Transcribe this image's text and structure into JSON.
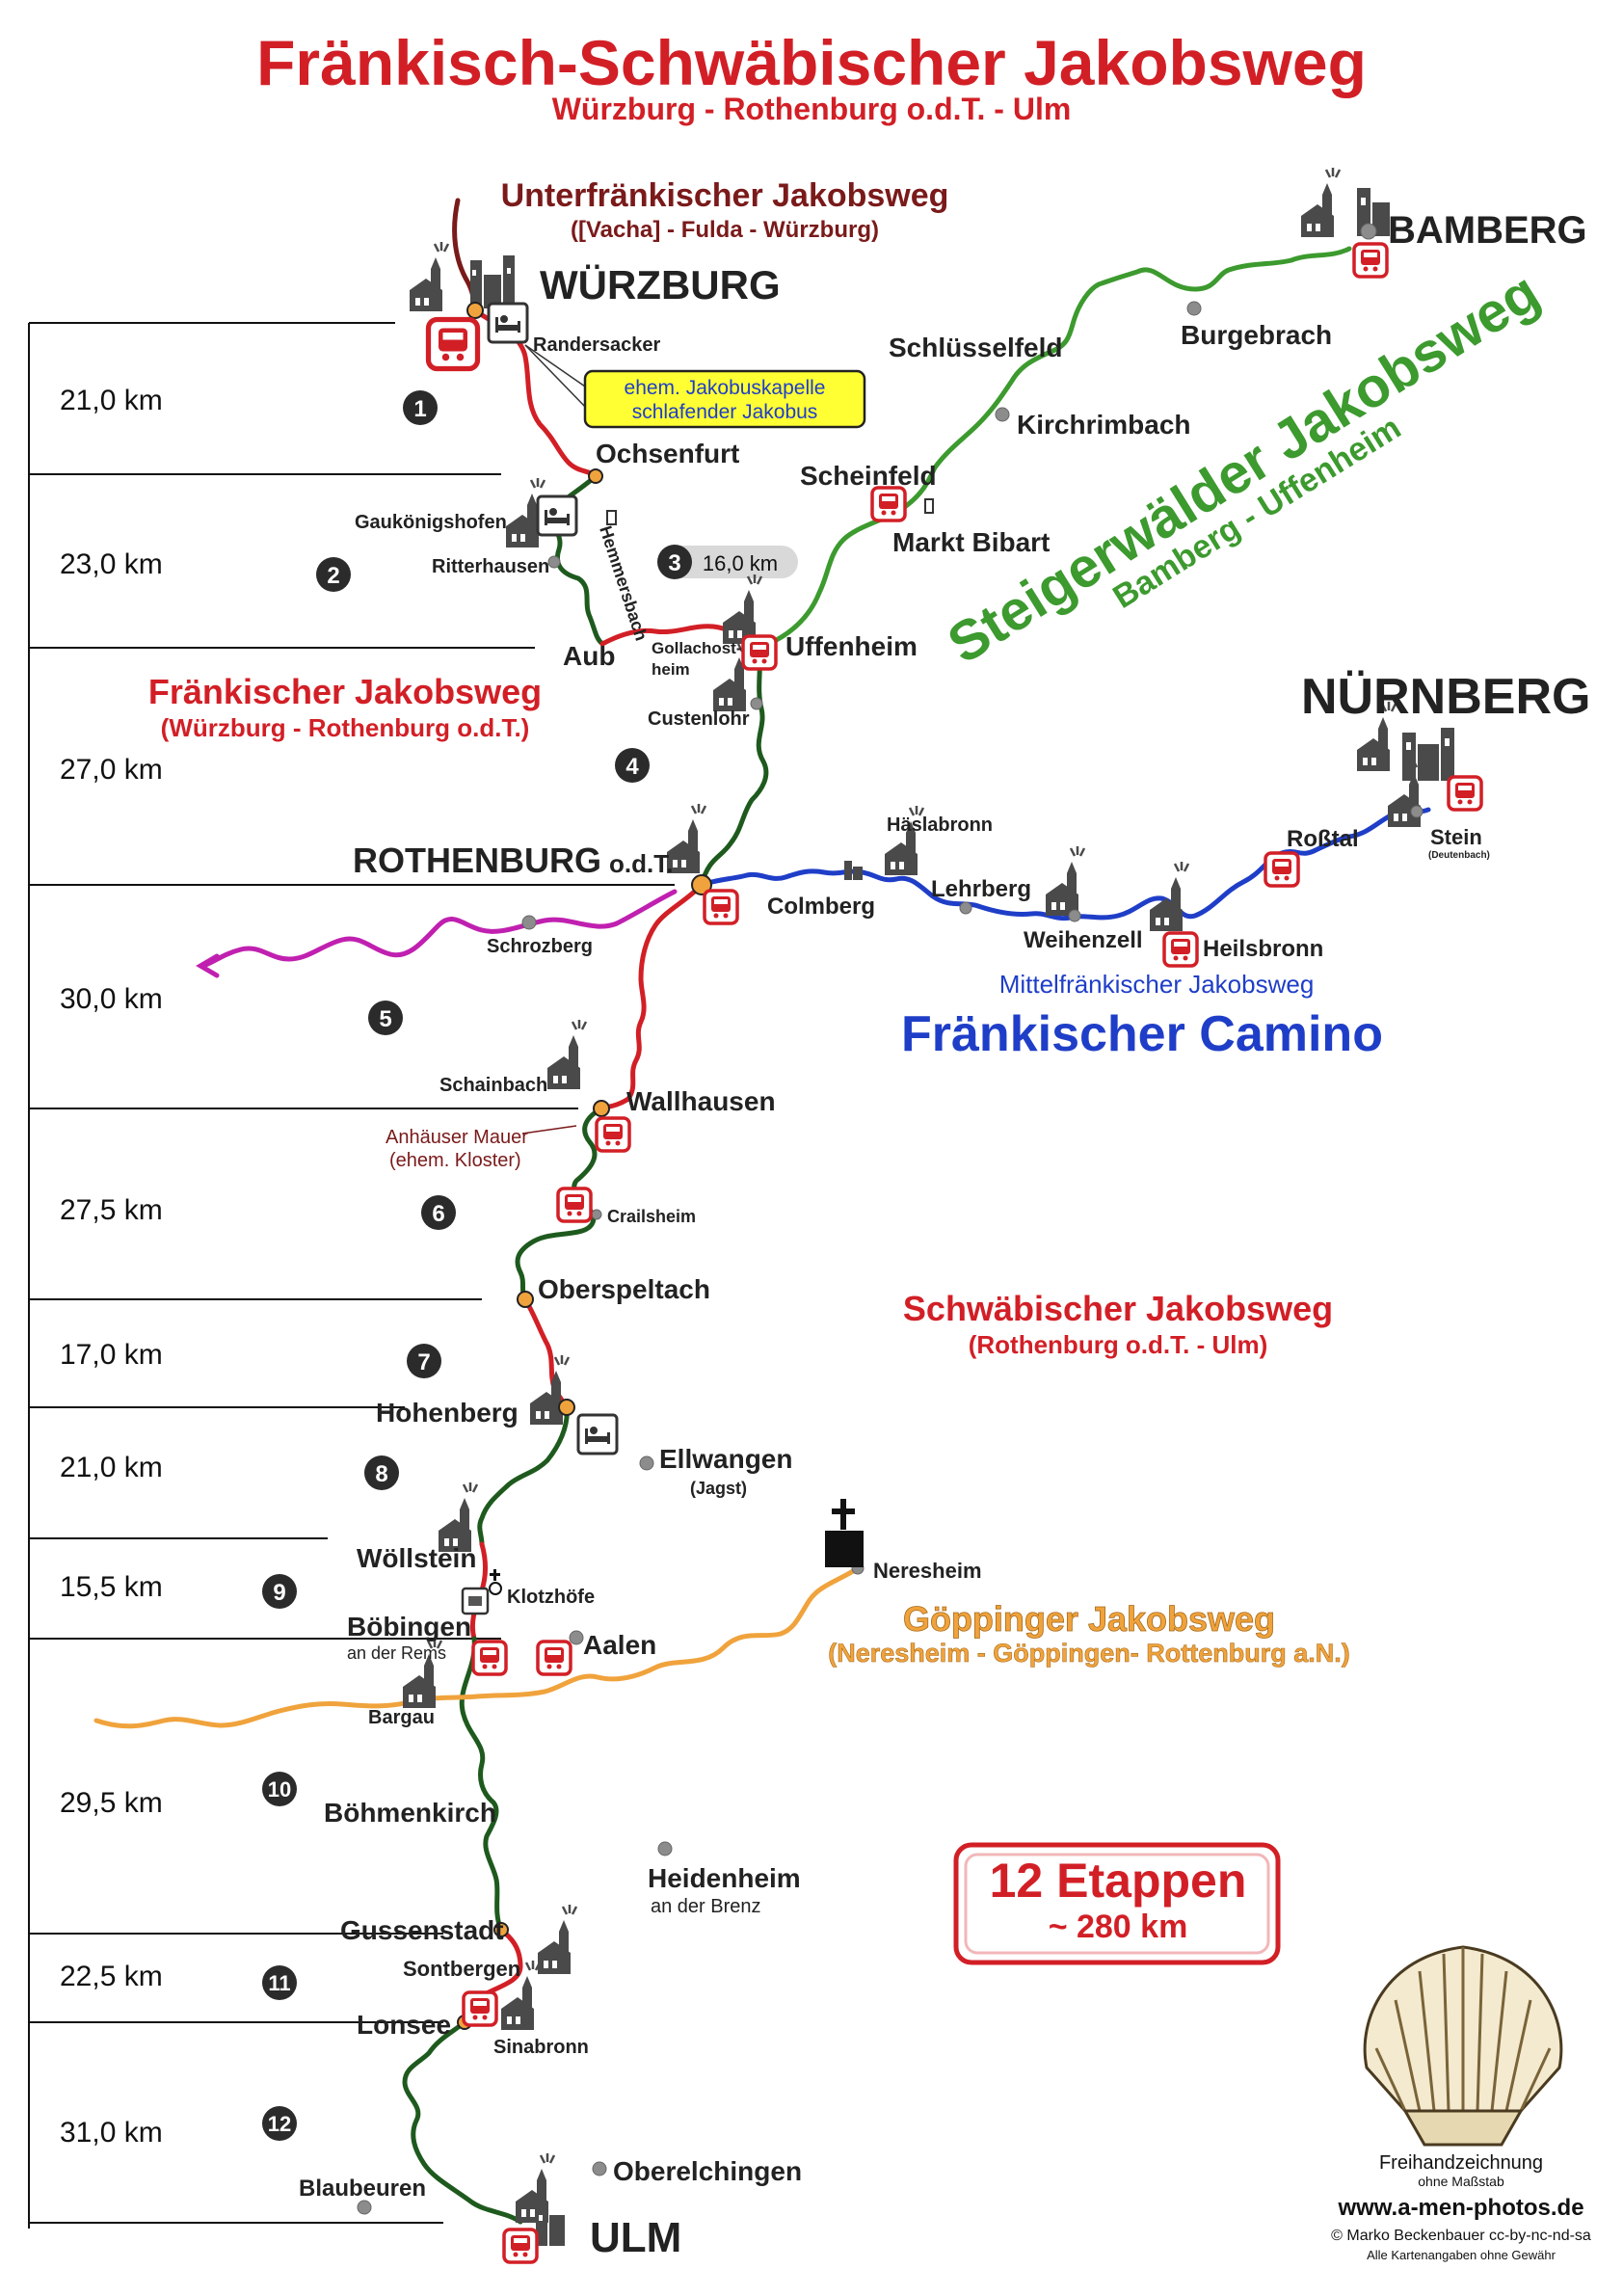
{
  "header": {
    "title": "Fränkisch-Schwäbischer Jakobsweg",
    "subtitle": "Würzburg - Rothenburg o.d.T. - Ulm"
  },
  "colors": {
    "main_red": "#d21f26",
    "dark_red": "#7a1a1a",
    "dark_green": "#1e5a1e",
    "steiger_green": "#3c9a2e",
    "camino_blue": "#1f3ec8",
    "goeppingen_orange": "#f0a33c",
    "magenta": "#c020b0",
    "gray_dot": "#8c8c8c"
  },
  "stages": [
    {
      "number": "1",
      "distance": "21,0 km"
    },
    {
      "number": "2",
      "distance": "23,0 km"
    },
    {
      "number": "3",
      "distance": "16,0 km"
    },
    {
      "number": "4",
      "distance": "27,0 km"
    },
    {
      "number": "5",
      "distance": "30,0 km"
    },
    {
      "number": "6",
      "distance": "27,5 km"
    },
    {
      "number": "7",
      "distance": "17,0 km"
    },
    {
      "number": "8",
      "distance": "21,0 km"
    },
    {
      "number": "9",
      "distance": "15,5 km"
    },
    {
      "number": "10",
      "distance": "29,5 km"
    },
    {
      "number": "11",
      "distance": "22,5 km"
    },
    {
      "number": "12",
      "distance": "31,0 km"
    }
  ],
  "routes": {
    "unterfraenkisch": {
      "title": "Unterfränkischer Jakobsweg",
      "sub": "([Vacha] - Fulda - Würzburg)"
    },
    "steigerwald": {
      "title": "Steigerwälder Jakobsweg",
      "sub": "Bamberg - Uffenheim"
    },
    "fraenkisch": {
      "title": "Fränkischer Jakobsweg",
      "sub": "(Würzburg - Rothenburg o.d.T.)"
    },
    "mittelfraenkisch": {
      "title": "Mittelfränkischer Jakobsweg"
    },
    "camino": {
      "title": "Fränkischer Camino"
    },
    "schwaebisch": {
      "title": "Schwäbischer Jakobsweg",
      "sub": "(Rothenburg o.d.T. - Ulm)"
    },
    "goeppingen": {
      "title": "Göppinger Jakobsweg",
      "sub": "(Neresheim - Göppingen- Rottenburg a.N.)"
    }
  },
  "places": {
    "wuerzburg": "WÜRZBURG",
    "bamberg": "BAMBERG",
    "nuernberg": "NÜRNBERG",
    "randersacker": "Randersacker",
    "ochsenfurt": "Ochsenfurt",
    "gaukoenigshofen": "Gaukönigshofen",
    "ritterhausen": "Ritterhausen",
    "hemmersbach": "Hemmersbach",
    "aub": "Aub",
    "gollachostheim_1": "Gollachost-",
    "gollachostheim_2": "heim",
    "uffenheim": "Uffenheim",
    "custenlohr": "Custenlohr",
    "schluesselfeld": "Schlüsselfeld",
    "burgebrach": "Burgebrach",
    "kirchrimbach": "Kirchrimbach",
    "scheinfeld": "Scheinfeld",
    "markt_bibart": "Markt Bibart",
    "rothenburg_main": "ROTHENBURG",
    "rothenburg_suffix": "o.d.T.",
    "schrozberg": "Schrozberg",
    "colmberg": "Colmberg",
    "haeslabronn": "Häslabronn",
    "lehrberg": "Lehrberg",
    "weihenzell": "Weihenzell",
    "heilsbronn": "Heilsbronn",
    "rosstal": "Roßtal",
    "stein": "Stein",
    "stein_sub": "(Deutenbach)",
    "schainbach": "Schainbach",
    "wallhausen": "Wallhausen",
    "anhaeuser_1": "Anhäuser Mauer",
    "anhaeuser_2": "(ehem. Kloster)",
    "crailsheim": "Crailsheim",
    "oberspeltach": "Oberspeltach",
    "hohenberg": "Hohenberg",
    "ellwangen": "Ellwangen",
    "ellwangen_sub": "(Jagst)",
    "woellstein": "Wöllstein",
    "klotzhoefe": "Klotzhöfe",
    "neresheim": "Neresheim",
    "boebingen": "Böbingen",
    "boebingen_sub": "an der Rems",
    "aalen": "Aalen",
    "bargau": "Bargau",
    "boehmenkirch": "Böhmenkirch",
    "heidenheim": "Heidenheim",
    "heidenheim_sub": "an der Brenz",
    "gussenstadt": "Gussenstadt",
    "sontbergen": "Sontbergen",
    "lonsee": "Lonsee",
    "sinabronn": "Sinabronn",
    "oberelchingen": "Oberelchingen",
    "blaubeuren": "Blaubeuren",
    "ulm": "ULM"
  },
  "callout": {
    "line1": "ehem. Jakobuskapelle",
    "line2": "schlafender Jakobus"
  },
  "summary": {
    "stages": "12 Etappen",
    "distance": "~ 280 km"
  },
  "credits": {
    "line1": "Freihandzeichnung",
    "line2": "ohne Maßstab",
    "website": "www.a-men-photos.de",
    "author": "© Marko Beckenbauer  cc-by-nc-nd-sa",
    "disclaimer": "Alle Kartenangaben ohne Gewähr"
  }
}
